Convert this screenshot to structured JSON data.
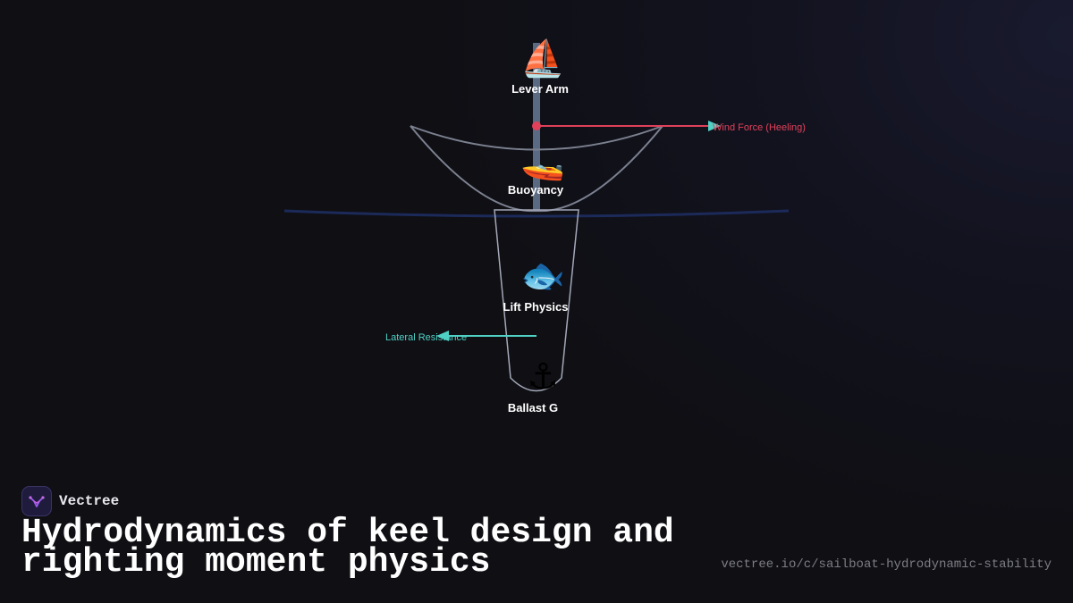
{
  "diagram": {
    "nodes": {
      "sail": {
        "label": "Lever Arm",
        "icon": "⛵",
        "icon_name": "sailboat-icon"
      },
      "hull": {
        "label": "Buoyancy",
        "icon": "🚤",
        "icon_name": "speedboat-icon"
      },
      "keel": {
        "label": "Lift Physics",
        "icon": "🐟",
        "icon_name": "fish-icon"
      },
      "ballast": {
        "label": "Ballast G",
        "icon": "⚓",
        "icon_name": "anchor-icon"
      }
    },
    "forces": {
      "wind": {
        "label": "Wind Force (Heeling)",
        "color": "#e0405a"
      },
      "lateral": {
        "label": "Lateral Resistance",
        "color": "#4fd1c5"
      }
    },
    "colors": {
      "mast": "#5a6a82",
      "hull_outline": "#7c8190",
      "keel_outline": "#a3a8b8",
      "waterline": "#1c2a5a"
    }
  },
  "brand": {
    "name": "Vectree",
    "icon_name": "vectree-logo-icon"
  },
  "footer": {
    "title": "Hydrodynamics of keel design and righting moment physics",
    "url": "vectree.io/c/sailboat-hydrodynamic-stability"
  }
}
